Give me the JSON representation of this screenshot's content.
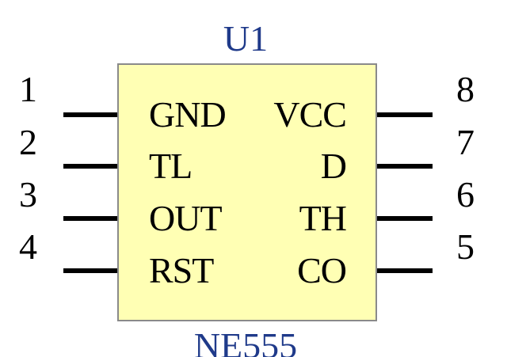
{
  "component": {
    "designator": "U1",
    "value": "NE555",
    "body_color": "#ffffb4",
    "label_color": "#1f3a8a",
    "left_pins": [
      {
        "number": "1",
        "name": "GND"
      },
      {
        "number": "2",
        "name": "TL"
      },
      {
        "number": "3",
        "name": "OUT"
      },
      {
        "number": "4",
        "name": "RST"
      }
    ],
    "right_pins": [
      {
        "number": "8",
        "name": "VCC"
      },
      {
        "number": "7",
        "name": "D"
      },
      {
        "number": "6",
        "name": "TH"
      },
      {
        "number": "5",
        "name": "CO"
      }
    ]
  }
}
